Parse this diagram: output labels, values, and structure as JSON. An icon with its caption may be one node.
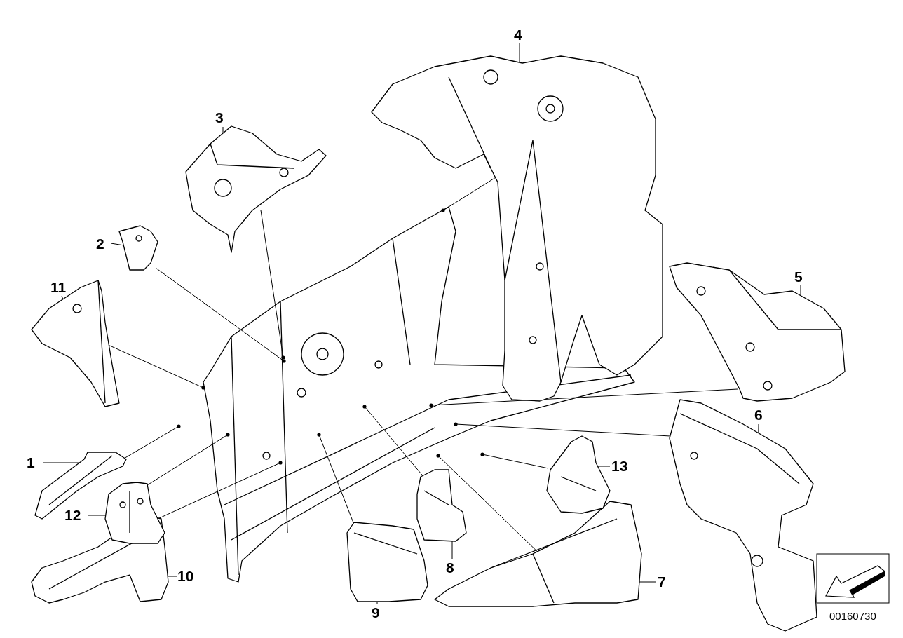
{
  "diagram": {
    "nodes": [
      {
        "text": [],
        "shape": "picture"
      },
      {
        "text": [
          "1"
        ]
      },
      {
        "text": [
          "2"
        ]
      },
      {
        "text": [
          "3"
        ]
      },
      {
        "text": [
          "4"
        ]
      },
      {
        "text": [
          "5"
        ]
      },
      {
        "text": [
          "6"
        ]
      },
      {
        "text": [
          "7"
        ]
      },
      {
        "text": [
          "8"
        ]
      },
      {
        "text": [
          "9"
        ]
      },
      {
        "text": [
          "10"
        ]
      },
      {
        "text": [
          "11"
        ]
      },
      {
        "text": [
          "12"
        ]
      },
      {
        "text": [
          "13"
        ]
      },
      {
        "text": [],
        "shape": "picture"
      },
      {
        "text": [],
        "shape": "picture"
      },
      {
        "text": [],
        "shape": "picture"
      },
      {
        "text": [],
        "shape": "picture"
      },
      {
        "text": [],
        "shape": "picture"
      },
      {
        "text": [],
        "shape": "picture"
      },
      {
        "text": [],
        "shape": "picture"
      },
      {
        "text": [],
        "shape": "picture"
      },
      {
        "text": [],
        "shape": "picture"
      },
      {
        "text": [],
        "shape": "picture"
      },
      {
        "text": [],
        "shape": "picture"
      },
      {
        "text": [],
        "shape": "picture"
      },
      {
        "text": [],
        "shape": "picture"
      }
    ],
    "edges": [
      {
        "from": 1,
        "to": 14,
        "arrow": "none"
      },
      {
        "from": 2,
        "to": 15,
        "arrow": "none"
      },
      {
        "from": 3,
        "to": 16,
        "arrow": "none"
      },
      {
        "from": 4,
        "to": 17,
        "arrow": "none"
      },
      {
        "from": 5,
        "to": 18,
        "arrow": "none"
      },
      {
        "from": 6,
        "to": 19,
        "arrow": "none"
      },
      {
        "from": 7,
        "to": 20,
        "arrow": "none"
      },
      {
        "from": 8,
        "to": 21,
        "arrow": "none"
      },
      {
        "from": 9,
        "to": 22,
        "arrow": "none"
      },
      {
        "from": 10,
        "to": 23,
        "arrow": "none"
      },
      {
        "from": 11,
        "to": 24,
        "arrow": "none"
      },
      {
        "from": 12,
        "to": 25,
        "arrow": "none"
      },
      {
        "from": 13,
        "to": 26,
        "arrow": "none"
      },
      {
        "from": 14,
        "to": 0,
        "arrow": "other"
      },
      {
        "from": 15,
        "to": 0,
        "arrow": "other"
      },
      {
        "from": 16,
        "to": 0,
        "arrow": "other"
      },
      {
        "from": 17,
        "to": 0,
        "arrow": "other"
      },
      {
        "from": 18,
        "to": 0,
        "arrow": "other"
      },
      {
        "from": 19,
        "to": 0,
        "arrow": "other"
      },
      {
        "from": 20,
        "to": 0,
        "arrow": "other"
      },
      {
        "from": 21,
        "to": 0,
        "arrow": "other"
      },
      {
        "from": 22,
        "to": 0,
        "arrow": "other"
      },
      {
        "from": 23,
        "to": 0,
        "arrow": "other"
      },
      {
        "from": 24,
        "to": 0,
        "arrow": "other"
      },
      {
        "from": 25,
        "to": 0,
        "arrow": "other"
      },
      {
        "from": 26,
        "to": 0,
        "arrow": "other"
      }
    ],
    "labels": [
      "00160730"
    ]
  }
}
